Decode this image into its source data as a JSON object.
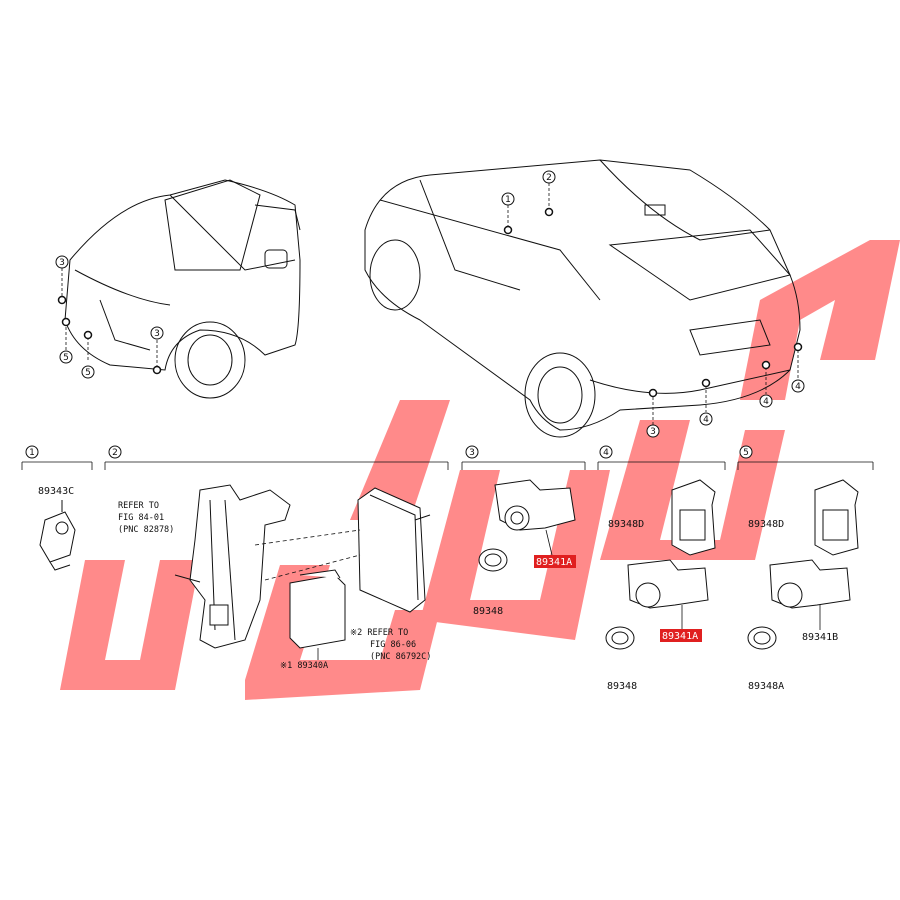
{
  "watermark": {
    "text": "ﻟﻤﺠﺎﻟﺠﻦ",
    "color": "#ff7070"
  },
  "callouts": {
    "c1": "1",
    "c2": "2",
    "c3": "3",
    "c4": "4",
    "c5": "5"
  },
  "sections": [
    {
      "id": "1"
    },
    {
      "id": "2"
    },
    {
      "id": "3"
    },
    {
      "id": "4"
    },
    {
      "id": "5"
    }
  ],
  "parts": {
    "p89343C": "89343C",
    "refer_fig84_line1": "REFER TO",
    "refer_fig84_line2": "FIG 84-01",
    "refer_fig84_line3": "(PNC 82878)",
    "p89340A": "※1 89340A",
    "refer_fig86_line1": "※2 REFER TO",
    "refer_fig86_line2": "FIG 86-06",
    "refer_fig86_line3": "(PNC 86792C)",
    "s3_89341A": "89341A",
    "s3_89348": "89348",
    "s4_89348D": "89348D",
    "s4_89341A": "89341A",
    "s4_89348": "89348",
    "s5_89348D": "89348D",
    "s5_89341B": "89341B",
    "s5_89348A": "89348A"
  },
  "colors": {
    "highlight": "#e02020",
    "line": "#111111"
  }
}
